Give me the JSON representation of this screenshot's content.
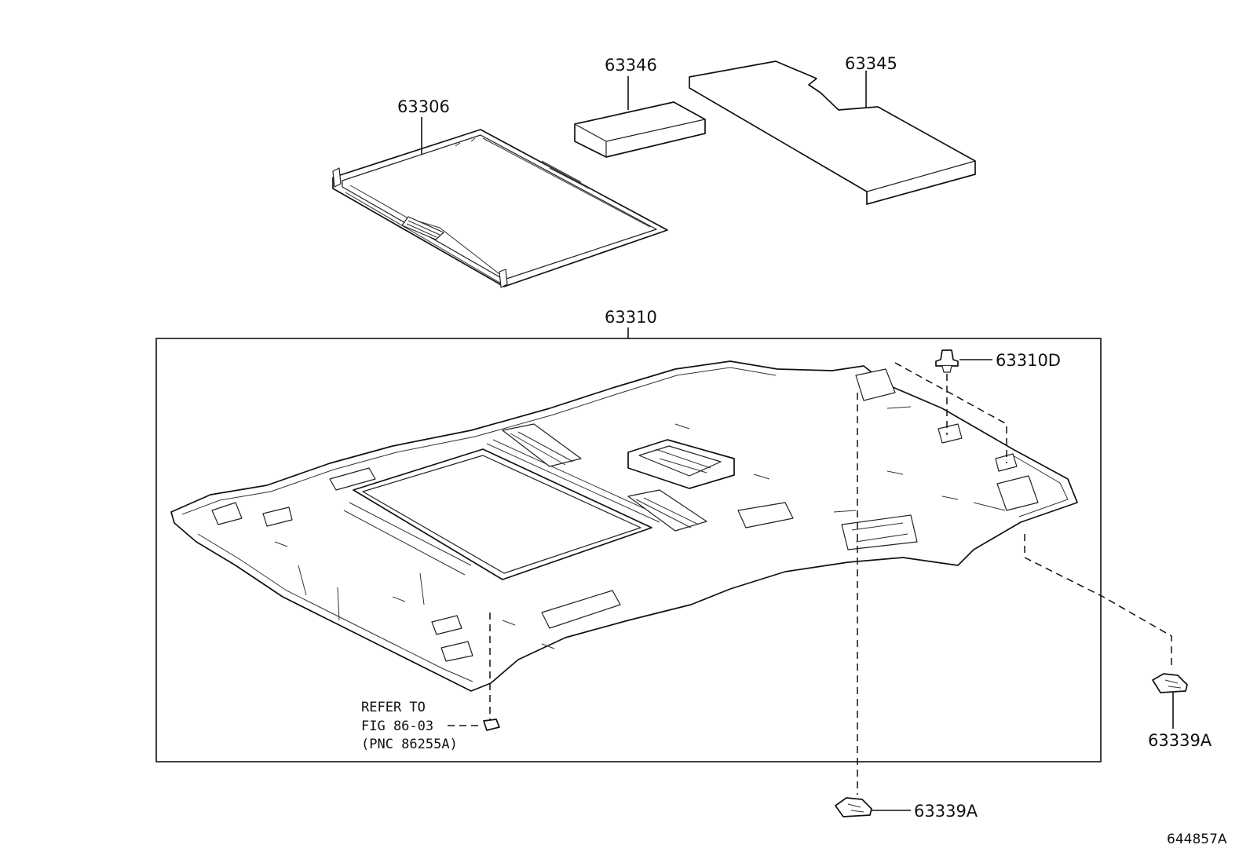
{
  "parts": {
    "sunshade": "63306",
    "pad_small": "63346",
    "pad_large": "63345",
    "headliner": "63310",
    "clip": "63310D",
    "holder_right": "63339A",
    "holder_bottom": "63339A"
  },
  "note": {
    "line1": "REFER TO",
    "line2": "FIG 86-03",
    "line3": "(PNC 86255A)"
  },
  "illustration_id": "644857A"
}
